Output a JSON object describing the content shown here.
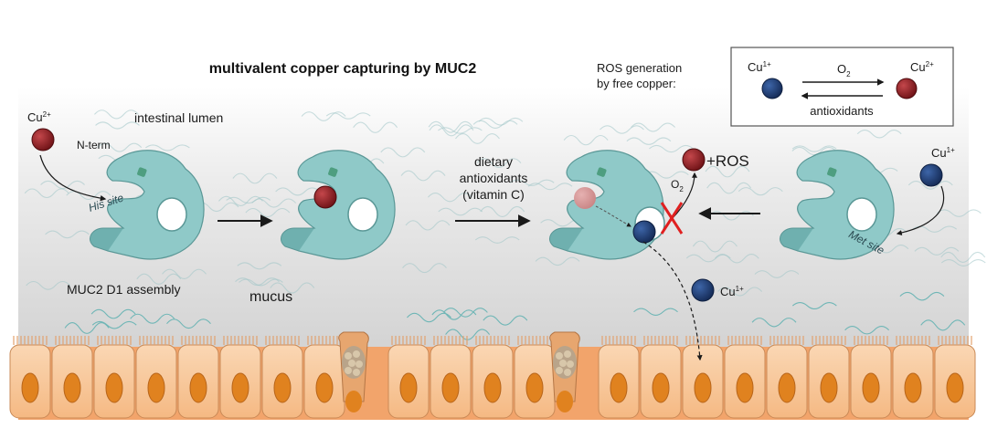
{
  "title": "multivalent copper capturing by MUC2",
  "region_labels": {
    "lumen": "intestinal lumen",
    "mucus": "mucus",
    "assembly": "MUC2 D1 assembly",
    "n_term": "N-term"
  },
  "site_labels": {
    "his": "His site",
    "met": "Met site"
  },
  "ions": {
    "cu2": "Cu",
    "cu2_sup": "2+",
    "cu1": "Cu",
    "cu1_sup": "1+"
  },
  "dietary": [
    "dietary",
    "antioxidants",
    "(vitamin C)"
  ],
  "ros_result": "+ROS",
  "oxygen": "O",
  "oxygen_sub": "2",
  "legend": {
    "heading": [
      "ROS generation",
      "by free copper:"
    ],
    "left_ion": "Cu",
    "left_sup": "1+",
    "right_ion": "Cu",
    "right_sup": "2+",
    "top_label": "O",
    "top_sub": "2",
    "bottom_label": "antioxidants"
  },
  "colors": {
    "cu2": "#8e1c20",
    "cu1": "#1e3c73",
    "protein": "#8fc9c8",
    "cell": "#f7c79a",
    "nucleus": "#e0821f",
    "blocked_x": "#e02020"
  }
}
